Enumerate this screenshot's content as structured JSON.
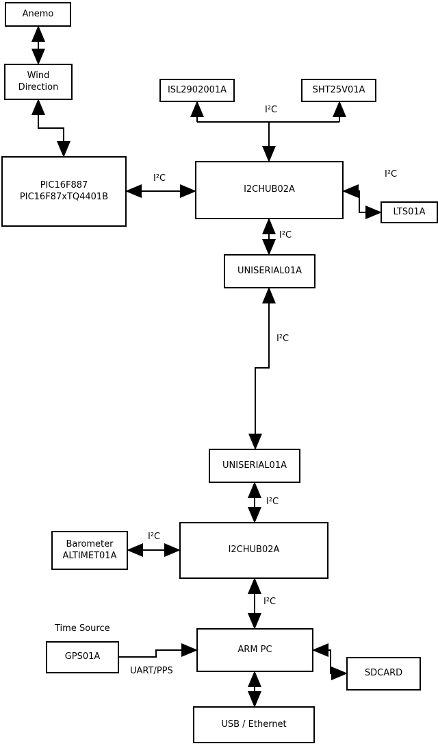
{
  "diagram": {
    "nodes": {
      "anemo": {
        "label": "Anemo"
      },
      "wind_direction": {
        "label": "Wind\nDirection"
      },
      "pic": {
        "label": "PIC16F887\nPIC16F87xTQ4401B"
      },
      "isl": {
        "label": "ISL2902001A"
      },
      "sht": {
        "label": "SHT25V01A"
      },
      "i2chub_upper": {
        "label": "I2CHUB02A"
      },
      "lts": {
        "label": "LTS01A"
      },
      "uniserial_upper": {
        "label": "UNISERIAL01A"
      },
      "uniserial_lower": {
        "label": "UNISERIAL01A"
      },
      "i2chub_lower": {
        "label": "I2CHUB02A"
      },
      "barometer": {
        "label": "Barometer\nALTIMET01A"
      },
      "gps": {
        "label": "GPS01A"
      },
      "arm_pc": {
        "label": "ARM PC"
      },
      "sdcard": {
        "label": "SDCARD"
      },
      "usb_ethernet": {
        "label": "USB / Ethernet"
      }
    },
    "annotations": {
      "time_source": "Time Source",
      "uart_pps": "UART/PPS",
      "i2c": "I²C"
    },
    "colors": {
      "line": "#000000",
      "text": "#000000",
      "background": "#ffffff"
    },
    "edges": [
      {
        "from": "Anemo",
        "to": "Wind Direction",
        "label": "",
        "bidirectional": true
      },
      {
        "from": "Wind Direction",
        "to": "PIC16F887 PIC16F87xTQ4401B",
        "label": "",
        "bidirectional": true
      },
      {
        "from": "PIC16F887 PIC16F87xTQ4401B",
        "to": "I2CHUB02A (upper)",
        "label": "I²C",
        "bidirectional": true
      },
      {
        "from": "I2CHUB02A (upper)",
        "to": "ISL2902001A",
        "label": "I²C",
        "bidirectional": false
      },
      {
        "from": "I2CHUB02A (upper)",
        "to": "SHT25V01A",
        "label": "I²C",
        "bidirectional": false
      },
      {
        "from": "I2CHUB02A (upper)",
        "to": "LTS01A",
        "label": "I²C",
        "bidirectional": true
      },
      {
        "from": "I2CHUB02A (upper)",
        "to": "UNISERIAL01A (upper)",
        "label": "I²C",
        "bidirectional": true
      },
      {
        "from": "UNISERIAL01A (upper)",
        "to": "UNISERIAL01A (lower)",
        "label": "I²C",
        "bidirectional": true
      },
      {
        "from": "UNISERIAL01A (lower)",
        "to": "I2CHUB02A (lower)",
        "label": "I²C",
        "bidirectional": true
      },
      {
        "from": "Barometer ALTIMET01A",
        "to": "I2CHUB02A (lower)",
        "label": "I²C",
        "bidirectional": true
      },
      {
        "from": "I2CHUB02A (lower)",
        "to": "ARM PC",
        "label": "I²C",
        "bidirectional": true
      },
      {
        "from": "GPS01A",
        "to": "ARM PC",
        "label": "UART/PPS",
        "bidirectional": false
      },
      {
        "from": "ARM PC",
        "to": "SDCARD",
        "label": "",
        "bidirectional": true
      },
      {
        "from": "ARM PC",
        "to": "USB / Ethernet",
        "label": "",
        "bidirectional": true
      }
    ]
  }
}
